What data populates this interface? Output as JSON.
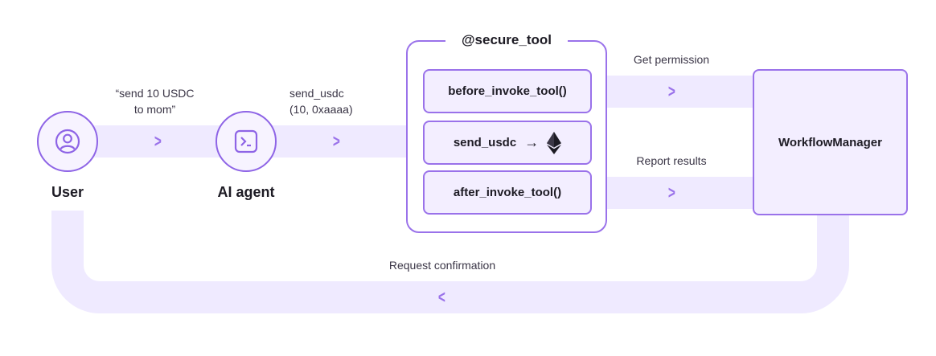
{
  "nodes": {
    "user": {
      "label": "User",
      "icon": "user-icon"
    },
    "agent": {
      "label": "AI agent",
      "icon": "terminal-icon"
    },
    "workflow_manager": {
      "label": "WorkflowManager"
    }
  },
  "flows": {
    "user_to_agent": {
      "line1": "“send 10 USDC",
      "line2": "to mom”"
    },
    "agent_to_tool": {
      "line1": "send_usdc",
      "line2": "(10, 0xaaaa)"
    },
    "get_permission": "Get permission",
    "report_results": "Report results",
    "request_confirmation": "Request confirmation"
  },
  "secure_tool": {
    "title": "@secure_tool",
    "steps": [
      {
        "label": "before_invoke_tool()"
      },
      {
        "label": "send_usdc",
        "arrow": "→",
        "icon": "ethereum-icon"
      },
      {
        "label": "after_invoke_tool()"
      }
    ]
  },
  "colors": {
    "accent": "#9a72ea",
    "band": "#efeaff",
    "box_fill": "#f3eeff"
  }
}
